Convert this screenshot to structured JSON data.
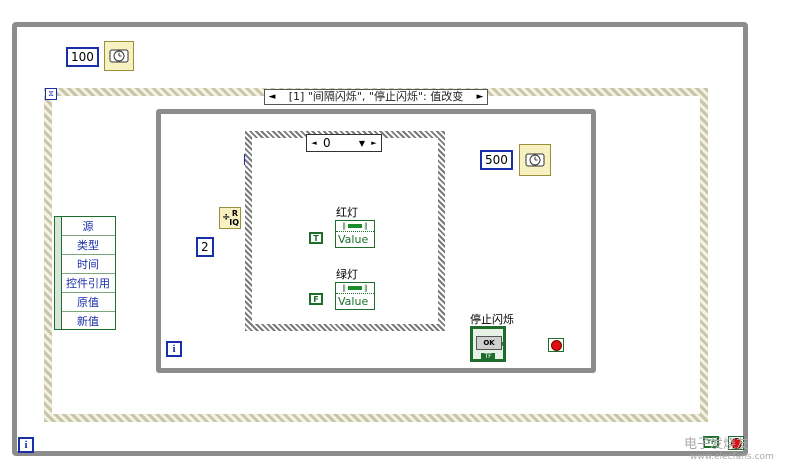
{
  "outer": {
    "wait_ms": "100",
    "iteration_terminal": "i"
  },
  "event_structure": {
    "title": "[1] \"间隔闪烁\", \"停止闪烁\": 值改变",
    "prev_glyph": "◄",
    "next_glyph": "►"
  },
  "inner": {
    "wait_ms": "500",
    "divisor": "2",
    "iteration_terminal": "i",
    "quotient_node": {
      "top": "R",
      "bottom": "IQ"
    },
    "unknown_tunnel": "?"
  },
  "case_structure": {
    "selector_value": "0",
    "selector_arrow": "▼"
  },
  "cluster_items": [
    "源",
    "类型",
    "时间",
    "控件引用",
    "原值",
    "新值"
  ],
  "indicators": [
    {
      "label": "红灯",
      "const": "T",
      "value_label": "Value"
    },
    {
      "label": "绿灯",
      "const": "F",
      "value_label": "Value"
    }
  ],
  "stop_button": {
    "label": "停止闪烁",
    "text": "OK",
    "badge": "TF"
  },
  "outer_stop": {
    "badge": "TF"
  },
  "watermark": "电子发烧友",
  "watermark_url": "www.elecfans.com",
  "colors": {
    "numeric_blue": "#1a2ea8",
    "boolean_green": "#1c6e2a",
    "wire_gray": "#8c8c8c",
    "stop_red": "#e01010"
  }
}
